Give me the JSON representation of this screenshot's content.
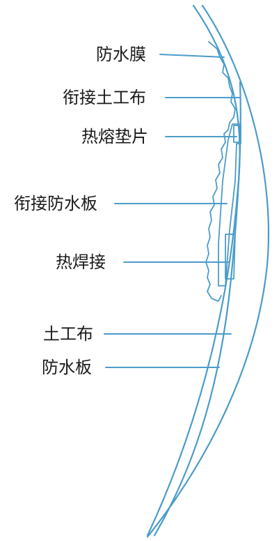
{
  "diagram": {
    "line_color": "#4a9cc9",
    "labels": [
      {
        "id": "waterproof-membrane",
        "text": "防水膜"
      },
      {
        "id": "joint-geotextile",
        "text": "衔接土工布"
      },
      {
        "id": "hot-melt-pad",
        "text": "热熔垫片"
      },
      {
        "id": "joint-waterproof-board",
        "text": "衔接防水板"
      },
      {
        "id": "hot-weld-joint",
        "text": "热焊接"
      },
      {
        "id": "geotextile",
        "text": "土工布"
      },
      {
        "id": "waterproof-board",
        "text": "防水板"
      }
    ]
  }
}
